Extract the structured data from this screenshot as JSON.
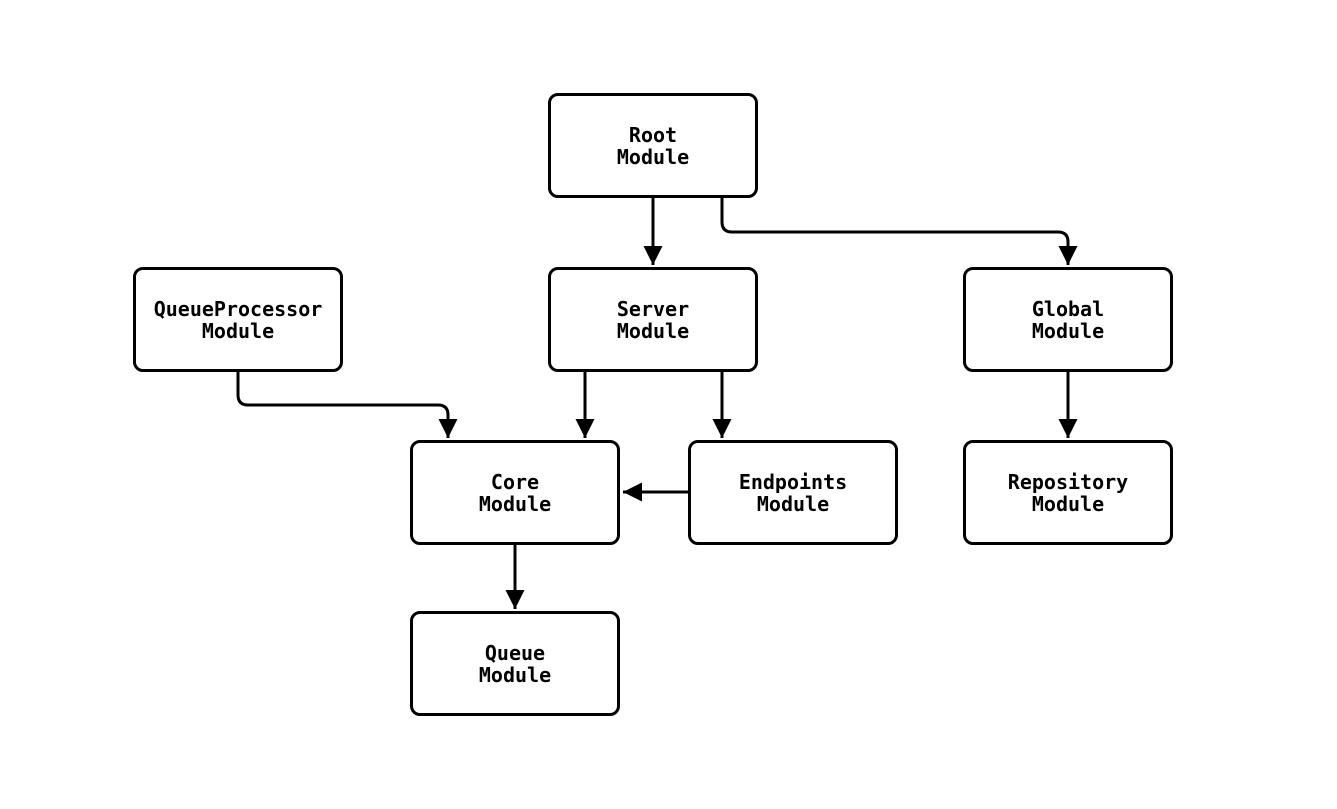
{
  "diagram": {
    "type": "module-dependency-flowchart",
    "colors": {
      "background": "#ffffff",
      "node_fill": "#ffffff",
      "stroke": "#000000",
      "text": "#000000"
    },
    "nodes": {
      "root": {
        "label": "Root\nModule"
      },
      "queueprocessor": {
        "label": "QueueProcessor\nModule"
      },
      "server": {
        "label": "Server\nModule"
      },
      "global": {
        "label": "Global\nModule"
      },
      "core": {
        "label": "Core\nModule"
      },
      "endpoints": {
        "label": "Endpoints\nModule"
      },
      "repository": {
        "label": "Repository\nModule"
      },
      "queue": {
        "label": "Queue\nModule"
      }
    },
    "edges": [
      {
        "from": "Root Module",
        "to": "Server Module"
      },
      {
        "from": "Root Module",
        "to": "Global Module"
      },
      {
        "from": "QueueProcessor Module",
        "to": "Core Module"
      },
      {
        "from": "Server Module",
        "to": "Core Module"
      },
      {
        "from": "Server Module",
        "to": "Endpoints Module"
      },
      {
        "from": "Endpoints Module",
        "to": "Core Module"
      },
      {
        "from": "Global Module",
        "to": "Repository Module"
      },
      {
        "from": "Core Module",
        "to": "Queue Module"
      }
    ]
  }
}
